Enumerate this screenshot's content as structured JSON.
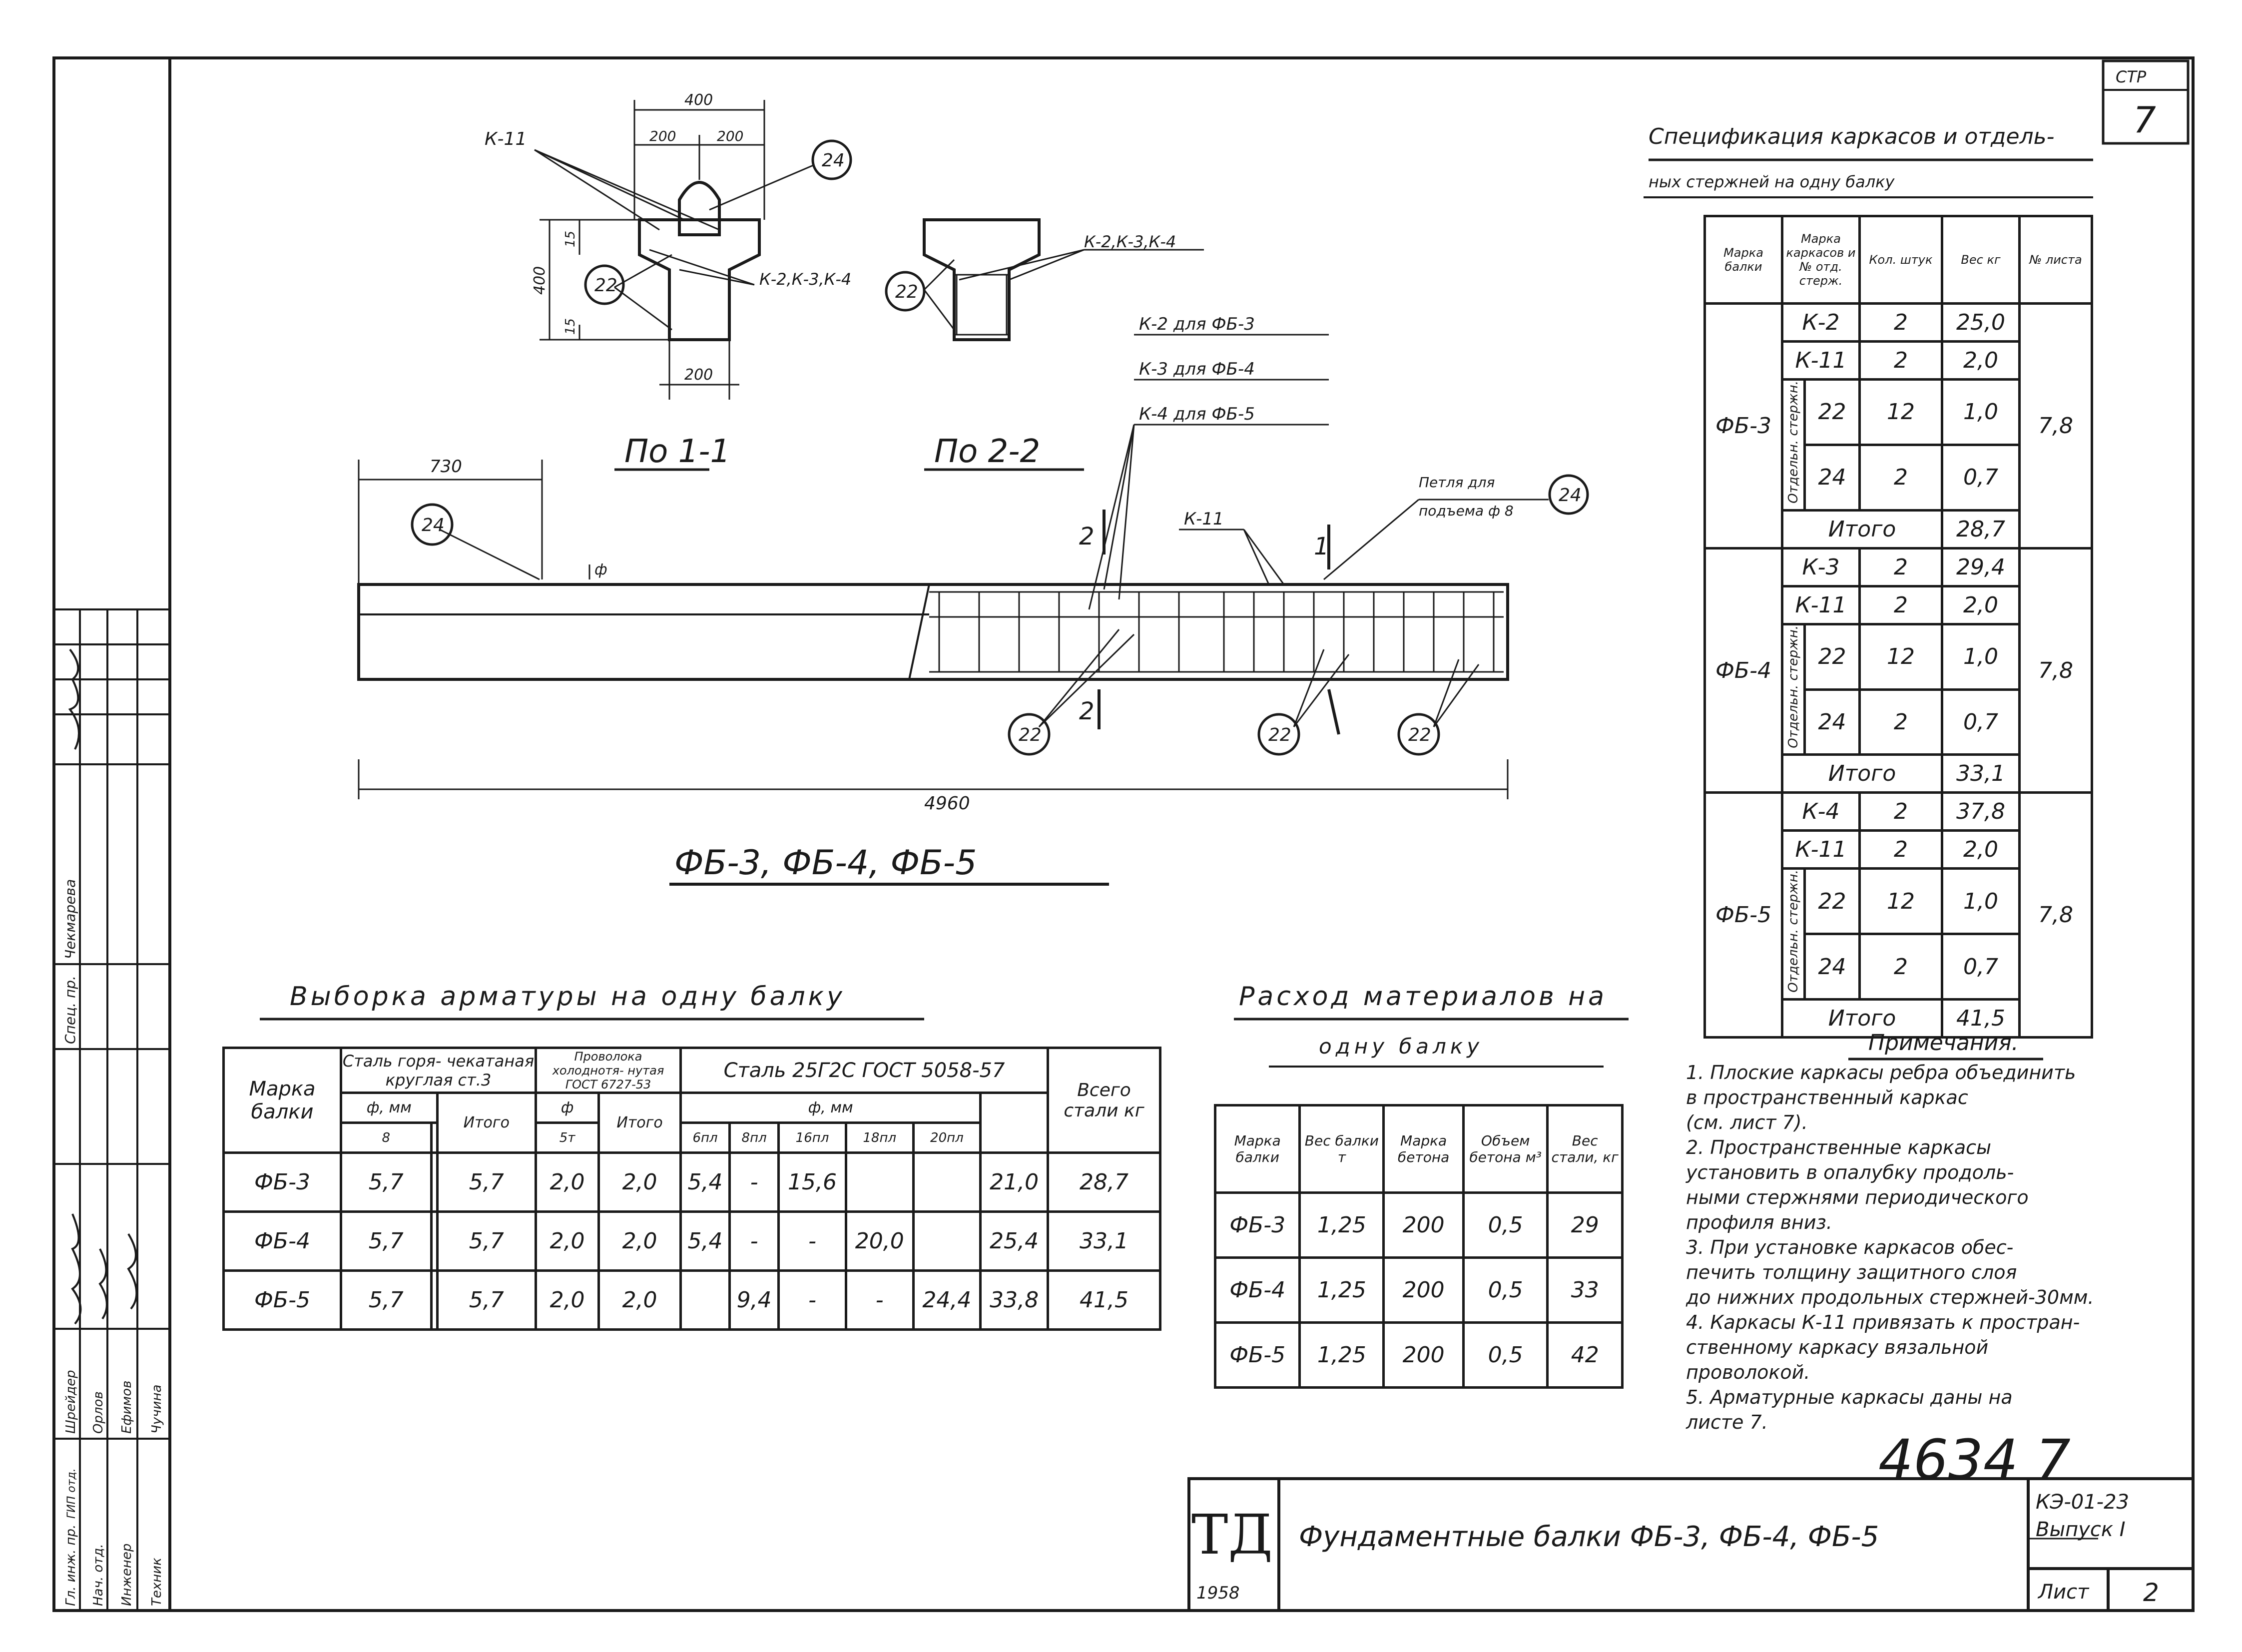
{
  "sheet_corner": {
    "label": "СТР",
    "value": "7"
  },
  "drawing": {
    "section1_title": "По 1-1",
    "section2_title": "По 2-2",
    "beam_title": "ФБ-3, ФБ-4, ФБ-5",
    "labels": {
      "k1": "К-11",
      "k234_a": "К-2,К-3,К-4",
      "k234_b": "К-2,К-3,К-4",
      "k2_for": "К-2 для ФБ-3",
      "k3_for": "К-3 для ФБ-4",
      "k4_for": "К-4 для ФБ-5",
      "k11": "К-11",
      "loop_1": "Петля для",
      "loop_2": "подъема ф 8",
      "cut1": "1",
      "cut2a": "2",
      "cut2b": "2"
    },
    "dims": {
      "top_width": "400",
      "half_a": "200",
      "half_b": "200",
      "height": "400",
      "h1": "15",
      "h2": "15",
      "bottom_width": "200",
      "beam_length": "4960",
      "loop_offset": "730",
      "phi": "ф"
    },
    "callouts": {
      "c24_a": "24",
      "c22_a": "22",
      "c22_b": "22",
      "c24_b": "24",
      "c24_c": "24",
      "c22_c": "22",
      "c22_d": "22",
      "c22_e": "22"
    }
  },
  "spec": {
    "title_1": "Спецификация каркасов и отдель-",
    "title_2": "ных стержней на одну балку",
    "headers": [
      "Марка балки",
      "Марка каркасов и № отд. стерж.",
      "Кол. штук",
      "Вес кг",
      "№ листа"
    ],
    "side_label": "Отдельн. стержн.",
    "total_label": "Итого",
    "groups": [
      {
        "beam": "ФБ-3",
        "sheet": "7,8",
        "rows": [
          {
            "mark": "К-2",
            "qty": "2",
            "weight": "25,0"
          },
          {
            "mark": "К-11",
            "qty": "2",
            "weight": "2,0"
          }
        ],
        "bars": [
          {
            "no": "22",
            "qty": "12",
            "weight": "1,0"
          },
          {
            "no": "24",
            "qty": "2",
            "weight": "0,7"
          }
        ],
        "total": "28,7"
      },
      {
        "beam": "ФБ-4",
        "sheet": "7,8",
        "rows": [
          {
            "mark": "К-3",
            "qty": "2",
            "weight": "29,4"
          },
          {
            "mark": "К-11",
            "qty": "2",
            "weight": "2,0"
          }
        ],
        "bars": [
          {
            "no": "22",
            "qty": "12",
            "weight": "1,0"
          },
          {
            "no": "24",
            "qty": "2",
            "weight": "0,7"
          }
        ],
        "total": "33,1"
      },
      {
        "beam": "ФБ-5",
        "sheet": "7,8",
        "rows": [
          {
            "mark": "К-4",
            "qty": "2",
            "weight": "37,8"
          },
          {
            "mark": "К-11",
            "qty": "2",
            "weight": "2,0"
          }
        ],
        "bars": [
          {
            "no": "22",
            "qty": "12",
            "weight": "1,0"
          },
          {
            "no": "24",
            "qty": "2",
            "weight": "0,7"
          }
        ],
        "total": "41,5"
      }
    ]
  },
  "rebar": {
    "title": "Выборка арматуры на одну балку",
    "h_mark": "Марка балки",
    "h_steel1": "Сталь горя- чекатаная круглая ст.3",
    "h_wire": "Проволока холоднотя- нутая ГОСТ 6727-53",
    "h_steel2": "Сталь 25Г2С ГОСТ 5058-57",
    "h_total": "Всего стали кг",
    "h_phi_mm": "ф, мм",
    "h_phi": "ф",
    "h_itogo": "Итого",
    "h_d8": "8",
    "h_d5": "5т",
    "h_sizes": [
      "6пл",
      "8пл",
      "16пл",
      "18пл",
      "20пл"
    ],
    "rows": [
      [
        "ФБ-3",
        "5,7",
        "",
        "5,7",
        "2,0",
        "2,0",
        "5,4",
        "-",
        "15,6",
        "",
        "",
        "21,0",
        "28,7"
      ],
      [
        "ФБ-4",
        "5,7",
        "",
        "5,7",
        "2,0",
        "2,0",
        "5,4",
        "-",
        "-",
        "20,0",
        "",
        "25,4",
        "33,1"
      ],
      [
        "ФБ-5",
        "5,7",
        "",
        "5,7",
        "2,0",
        "2,0",
        "",
        "9,4",
        "-",
        "-",
        "24,4",
        "33,8",
        "41,5"
      ]
    ]
  },
  "materials": {
    "title_1": "Расход материалов на",
    "title_2": "одну балку",
    "headers": [
      "Марка балки",
      "Вес балки т",
      "Марка бетона",
      "Объем бетона м³",
      "Вес стали, кг"
    ],
    "rows": [
      [
        "ФБ-3",
        "1,25",
        "200",
        "0,5",
        "29"
      ],
      [
        "ФБ-4",
        "1,25",
        "200",
        "0,5",
        "33"
      ],
      [
        "ФБ-5",
        "1,25",
        "200",
        "0,5",
        "42"
      ]
    ]
  },
  "notes": {
    "title": "Примечания.",
    "lines": [
      "1. Плоские каркасы ребра объединить",
      "в пространственный каркас",
      "(см. лист 7).",
      "2. Пространственные каркасы",
      "установить в опалубку продоль-",
      "ными стержнями периодического",
      "профиля вниз.",
      "3. При установке каркасов обес-",
      "печить толщину защитного слоя",
      "до нижних продольных стержней-30мм.",
      "4. Каркасы К-11 привязать к простран-",
      "ственному каркасу вязальной",
      "проволокой.",
      "5. Арматурные каркасы даны на",
      "листе 7."
    ]
  },
  "stamp_number": "4634 7",
  "title_block": {
    "logo": "ТД",
    "year": "1958",
    "title": "Фундаментные балки ФБ-3, ФБ-4, ФБ-5",
    "series": "КЭ-01-23",
    "issue": "Выпуск I",
    "sheet_label": "Лист",
    "sheet_no": "2"
  },
  "left_strip": {
    "roles": [
      "Гл. инж. пр.",
      "Нач. отд.",
      "Инженер",
      "Техник"
    ],
    "names": [
      "Шрейдер",
      "Орлов",
      "Ефимов",
      "Чучина"
    ],
    "role2": "Спец. пр.",
    "name2": "Чекмарева",
    "extra": "ГИП отд."
  }
}
